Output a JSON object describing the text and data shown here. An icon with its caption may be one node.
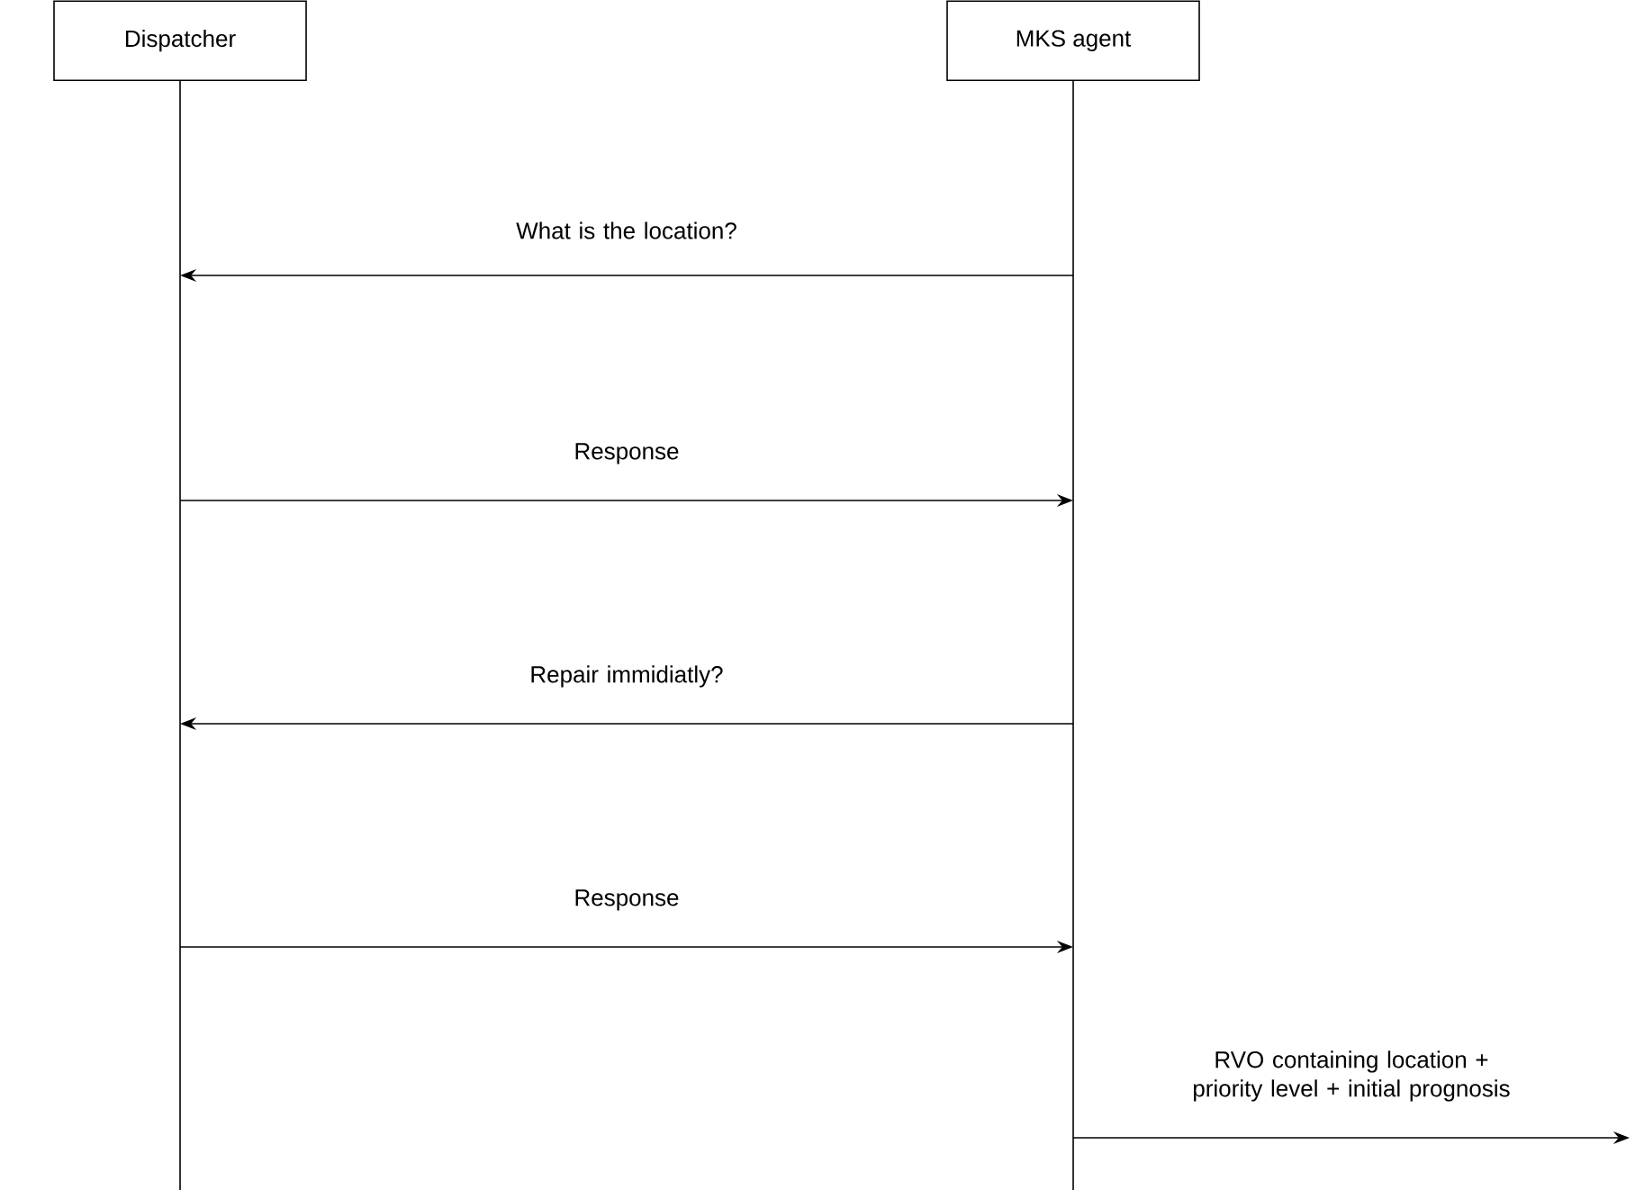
{
  "diagram": {
    "nodes": [
      {
        "text": [
          "Dispatcher"
        ]
      },
      {
        "text": [
          "MKS agent"
        ]
      }
    ],
    "edges": [
      {
        "from": 1,
        "to": 0,
        "arrow": "to",
        "label": "What is the location?"
      },
      {
        "from": 0,
        "to": 1,
        "arrow": "to",
        "label": "Response"
      },
      {
        "from": 1,
        "to": 0,
        "arrow": "to",
        "label": "Repair immidiatly?"
      },
      {
        "from": 0,
        "to": 1,
        "arrow": "to",
        "label": "Response"
      },
      {
        "from": 1,
        "to": null,
        "arrow": "to",
        "label": "RVO containing location + priority level + initial prognosis"
      }
    ]
  }
}
